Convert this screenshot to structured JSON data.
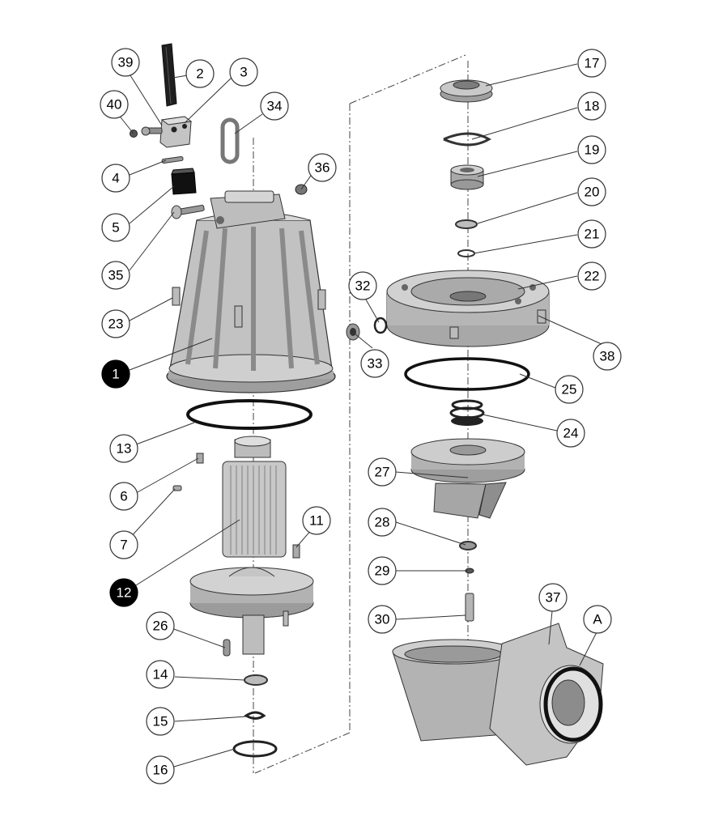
{
  "diagram": {
    "type": "exploded-parts-view",
    "colors": {
      "part_fill": "#b9b9b9",
      "part_light": "#d9d9d9",
      "part_dark": "#7d7d7d",
      "outline": "#333333",
      "callout_border": "#333333",
      "callout_fill": "#ffffff",
      "highlight_fill": "#000000",
      "highlight_text": "#ffffff"
    },
    "callouts": [
      {
        "label": "1",
        "highlight": true
      },
      {
        "label": "2"
      },
      {
        "label": "3"
      },
      {
        "label": "4"
      },
      {
        "label": "5"
      },
      {
        "label": "6"
      },
      {
        "label": "7"
      },
      {
        "label": "11"
      },
      {
        "label": "12",
        "highlight": true
      },
      {
        "label": "13"
      },
      {
        "label": "14"
      },
      {
        "label": "15"
      },
      {
        "label": "16"
      },
      {
        "label": "17"
      },
      {
        "label": "18"
      },
      {
        "label": "19"
      },
      {
        "label": "20"
      },
      {
        "label": "21"
      },
      {
        "label": "22"
      },
      {
        "label": "23"
      },
      {
        "label": "24"
      },
      {
        "label": "25"
      },
      {
        "label": "26"
      },
      {
        "label": "27"
      },
      {
        "label": "28"
      },
      {
        "label": "29"
      },
      {
        "label": "30"
      },
      {
        "label": "32"
      },
      {
        "label": "33"
      },
      {
        "label": "34"
      },
      {
        "label": "35"
      },
      {
        "label": "36"
      },
      {
        "label": "37"
      },
      {
        "label": "38"
      },
      {
        "label": "39"
      },
      {
        "label": "40"
      },
      {
        "label": "A"
      }
    ]
  }
}
